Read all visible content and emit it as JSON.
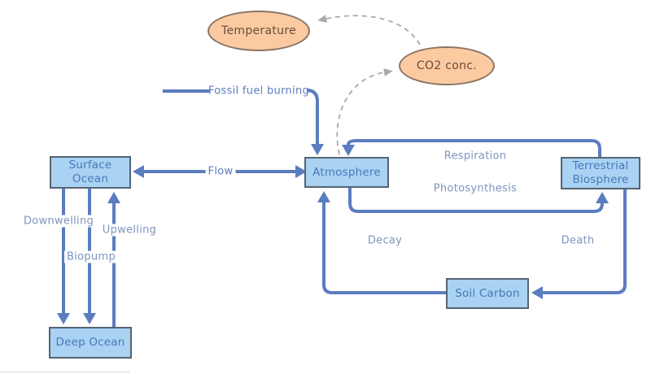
{
  "diagram": {
    "title": "carbon-cycle-model",
    "nodes": {
      "surface_ocean": {
        "label": "Surface Ocean"
      },
      "deep_ocean": {
        "label": "Deep Ocean"
      },
      "atmosphere": {
        "label": "Atmosphere"
      },
      "terrestrial_biosphere": {
        "label": "Terrestrial Biosphere"
      },
      "soil_carbon": {
        "label": "Soil Carbon"
      },
      "temperature": {
        "label": "Temperature"
      },
      "co2_conc": {
        "label": "CO2 conc."
      }
    },
    "edge_labels": {
      "fossil_fuel_burning": "Fossil fuel burning",
      "flow": "Flow",
      "respiration": "Respiration",
      "photosynthesis": "Photosynthesis",
      "decay": "Decay",
      "death": "Death",
      "downwelling": "Downwelling",
      "biopump": "Biopump",
      "upwelling": "Upwelling"
    },
    "colors": {
      "node_fill": "#a9d2f3",
      "node_border": "#566472",
      "node_text": "#4a77b8",
      "ellipse_fill": "#fbcaa1",
      "ellipse_border": "#8a7566",
      "ellipse_text": "#6b4c3a",
      "arrow_blue": "#5b7dc0",
      "label_blue": "#5b7dc0",
      "label_light_blue": "#7e95bd",
      "dashed_gray": "#a9a9a9",
      "background": "#ffffff"
    }
  }
}
